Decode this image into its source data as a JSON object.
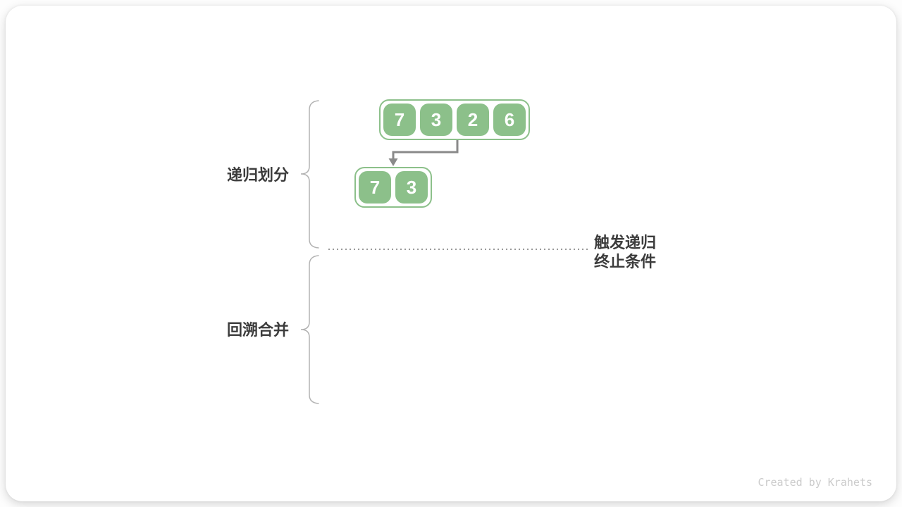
{
  "diagram": {
    "title_semantic": "merge-sort-recursive-division",
    "phase_labels": {
      "divide": "递归划分",
      "merge": "回溯合并"
    },
    "termination_note": {
      "line1": "触发递归",
      "line2": "终止条件"
    },
    "arrays": {
      "level1": {
        "cells": [
          "7",
          "3",
          "2",
          "6"
        ]
      },
      "level2": {
        "cells": [
          "7",
          "3"
        ]
      }
    },
    "footer_credit": "Created by Krahets",
    "colors": {
      "cell_green": "#8cc08a",
      "cell_text_white": "#ffffff",
      "arrow_gray": "#8a8a8a",
      "brace_gray": "#b3b3b3",
      "dotted_line_gray": "#999999",
      "label_text_dark": "#3c3c3c",
      "credit_text_gray": "#cbcbcb",
      "card_background": "#ffffff"
    }
  }
}
